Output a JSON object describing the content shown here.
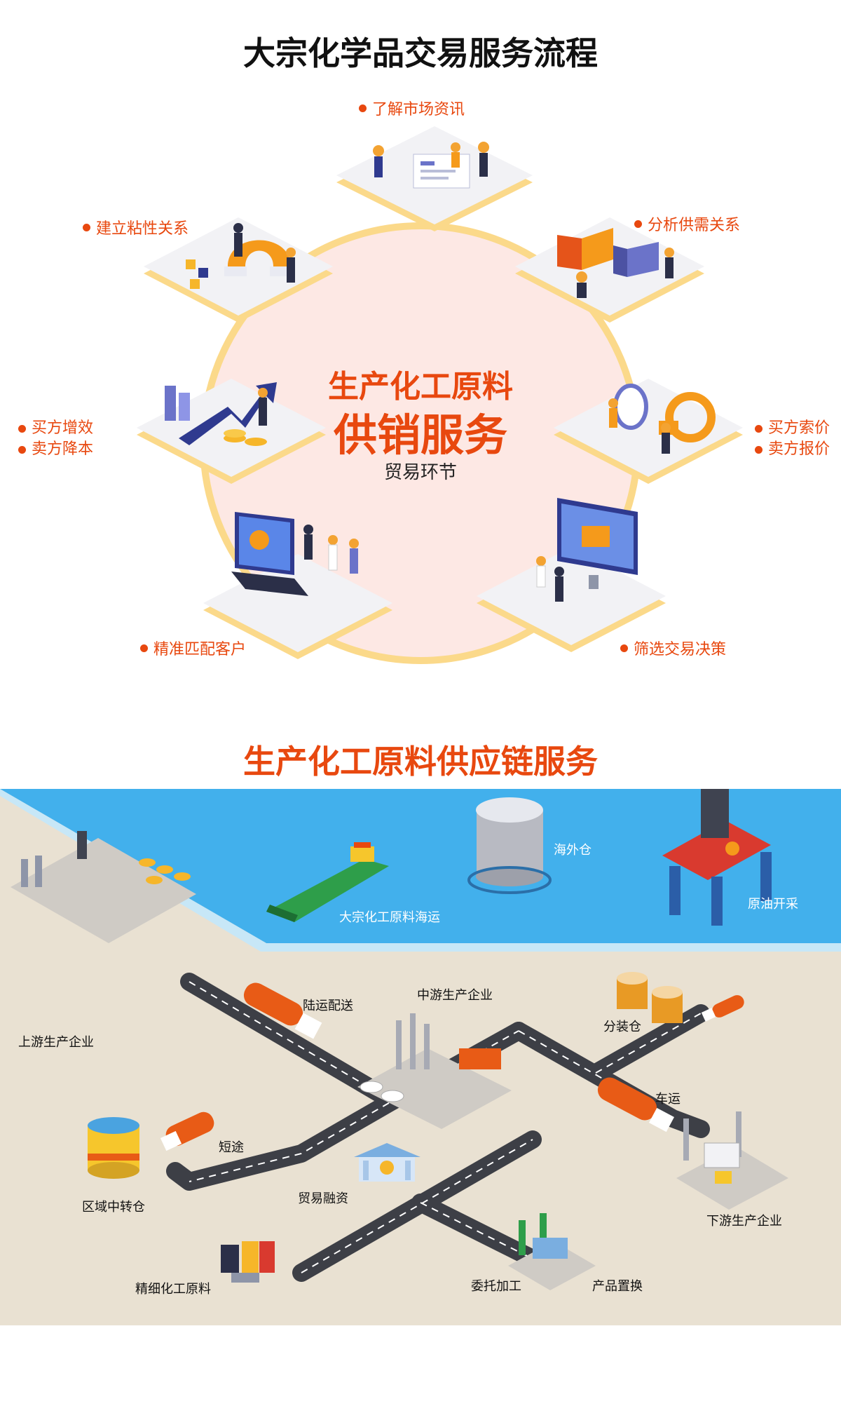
{
  "section1": {
    "title": "大宗化学品交易服务流程",
    "center_line1": "生产化工原料",
    "center_line2": "供销服务",
    "center_line3": "贸易环节",
    "steps": {
      "top": "了解市场资讯",
      "top_right": "分析供需关系",
      "right_line1": "买方索价",
      "right_line2": "卖方报价",
      "bottom_right": "筛选交易决策",
      "bottom_left": "精准匹配客户",
      "left_line1": "买方增效",
      "left_line2": "卖方降本",
      "top_left": "建立粘性关系"
    }
  },
  "section2": {
    "title": "生产化工原料供应链服务",
    "sea": {
      "shipping": "大宗化工原料海运",
      "overseas_warehouse": "海外仓",
      "crude_mining": "原油开采"
    },
    "land": {
      "upstream": "上游生产企业",
      "land_delivery": "陆运配送",
      "midstream": "中游生产企业",
      "packaging_warehouse": "分装仓",
      "truck_transport": "车运",
      "short_haul": "短途",
      "regional_transfer": "区域中转仓",
      "trade_financing": "贸易融资",
      "downstream": "下游生产企业",
      "fine_chemicals": "精细化工原料",
      "contract_processing": "委托加工",
      "product_swap": "产品置换"
    }
  },
  "colors": {
    "accent": "#e8480f",
    "ring": "#fbd98a",
    "ring_fill": "#fde8e4",
    "sea": "#42b0ec",
    "land": "#e9e1d2",
    "road": "#3d3f46"
  }
}
